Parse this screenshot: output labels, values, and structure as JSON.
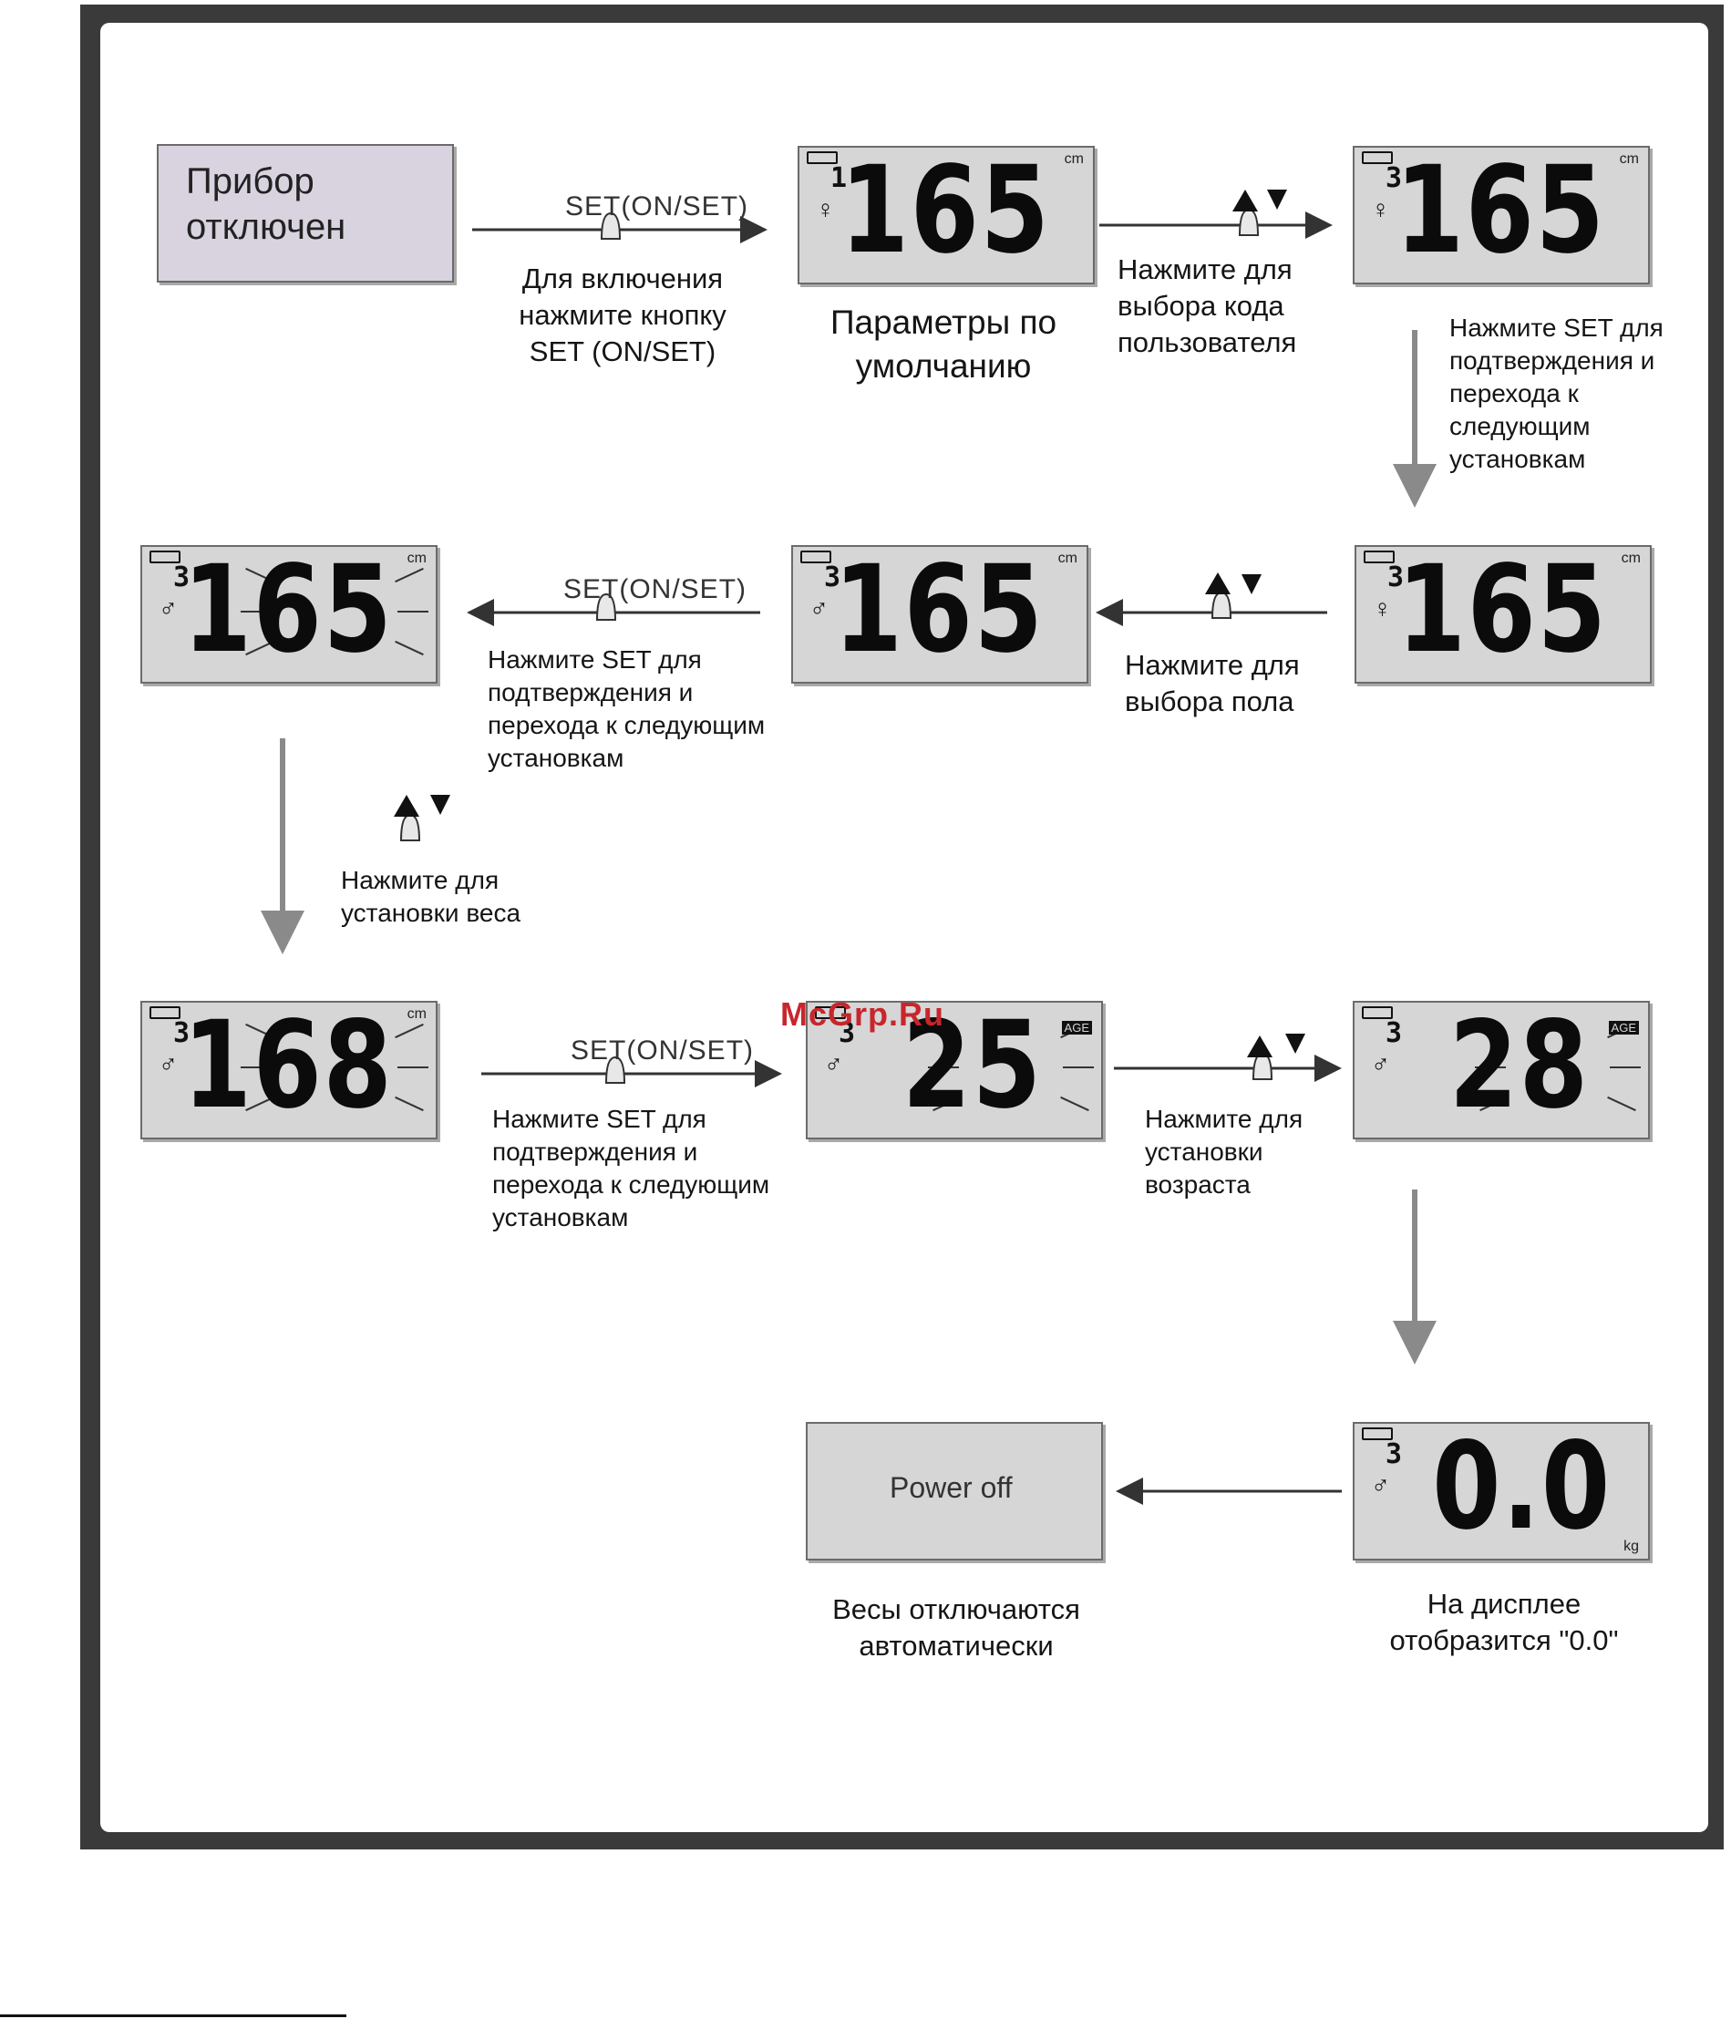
{
  "start": {
    "label": "Прибор\nотключен"
  },
  "button_set": "SET(ON/SET)",
  "captions": {
    "turn_on": "Для включения\nнажмите кнопку\nSET (ON/SET)",
    "defaults": "Параметры по\nумолчанию",
    "select_user": "Нажмите для\nвыбора кода\nпользователя",
    "confirm_1": "Нажмите SET для\nподтверждения и\nперехода к\nследующим\nустановкам",
    "select_gender": "Нажмите для\nвыбора пола",
    "confirm_2": "Нажмите SET для\nподтверждения и\nперехода к следующим\nустановкам",
    "set_height": "Нажмите для\nустановки веса",
    "confirm_3": "Нажмите SET для\nподтверждения и\nперехода к следующим\nустановкам",
    "set_age": "Нажмите для\nустановки\nвозраста",
    "display_zero": "На дисплее\nотобразится \"0.0\"",
    "auto_off": "Весы отключаются\nавтоматически"
  },
  "displays": {
    "d1": {
      "value": "165",
      "unit": "cm",
      "user": "1"
    },
    "d2": {
      "value": "165",
      "unit": "cm",
      "user": "3"
    },
    "d3": {
      "value": "165",
      "unit": "cm",
      "user": "3"
    },
    "d4": {
      "value": "165",
      "unit": "cm",
      "user": "3"
    },
    "d5": {
      "value": "165",
      "unit": "cm",
      "user": "3"
    },
    "d6": {
      "value": "168",
      "unit": "cm",
      "user": "3"
    },
    "d7": {
      "value": "25",
      "unit": "AGE",
      "user": "3"
    },
    "d8": {
      "value": "28",
      "unit": "AGE",
      "user": "3"
    },
    "d9": {
      "value": "0.0",
      "unit": "kg",
      "user": "3"
    }
  },
  "power_off": "Power off",
  "watermark": "McGrp.Ru",
  "colors": {
    "lcd": "#d6d6d6",
    "frame": "#3a3a3a",
    "offbox": "#d9d3e0",
    "watermark": "#c8262c"
  }
}
